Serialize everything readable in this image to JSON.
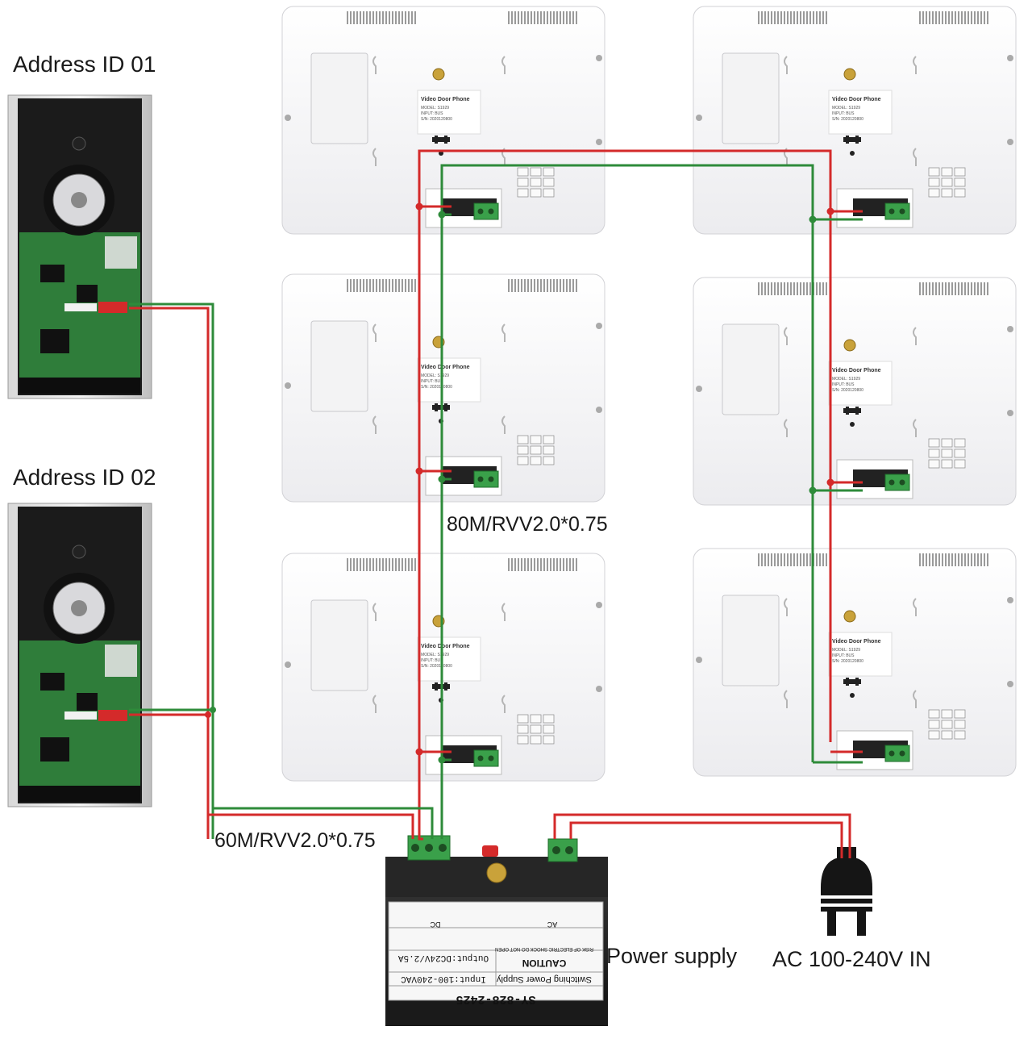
{
  "outdoor_units": [
    {
      "label": "Address ID 01"
    },
    {
      "label": "Address ID 02"
    }
  ],
  "monitors": [
    {
      "heading": "Video Door Phone",
      "model": "MODEL: S1929",
      "input": "INPUT: BUS",
      "sn": "S/N: 2020120800"
    },
    {
      "heading": "Video Door Phone",
      "model": "MODEL: S1929",
      "input": "INPUT: BUS",
      "sn": "S/N: 2020120800"
    },
    {
      "heading": "Video Door Phone",
      "model": "MODEL: S1929",
      "input": "INPUT: BUS",
      "sn": "S/N: 2020120800"
    },
    {
      "heading": "Video Door Phone",
      "model": "MODEL: S1929",
      "input": "INPUT: BUS",
      "sn": "S/N: 2020120800"
    },
    {
      "heading": "Video Door Phone",
      "model": "MODEL: S1929",
      "input": "INPUT: BUS",
      "sn": "S/N: 2020120800"
    },
    {
      "heading": "Video Door Phone",
      "model": "MODEL: S1929",
      "input": "INPUT: BUS",
      "sn": "S/N: 2020120800"
    }
  ],
  "cables": {
    "indoor": "80M/RVV2.0*0.75",
    "outdoor": "60M/RVV2.0*0.75"
  },
  "power_supply": {
    "caption": "Power supply",
    "model": "SY-828-2425",
    "name": "Switching Power Supply",
    "input": "Input:100-240VAC",
    "output": "Output:DC24V/2.5A",
    "caution": "CAUTION",
    "warning": "RISK OF ELECTRIC SHOCK DO NOT OPEN",
    "dc_label": "DC",
    "ac_label": "AC"
  },
  "ac_input": {
    "caption": "AC 100-240V IN"
  },
  "colors": {
    "red_wire": "#d42a2a",
    "green_wire": "#2e8b3a",
    "board_green": "#2f7d3a",
    "terminal_green": "#3aa04a"
  }
}
